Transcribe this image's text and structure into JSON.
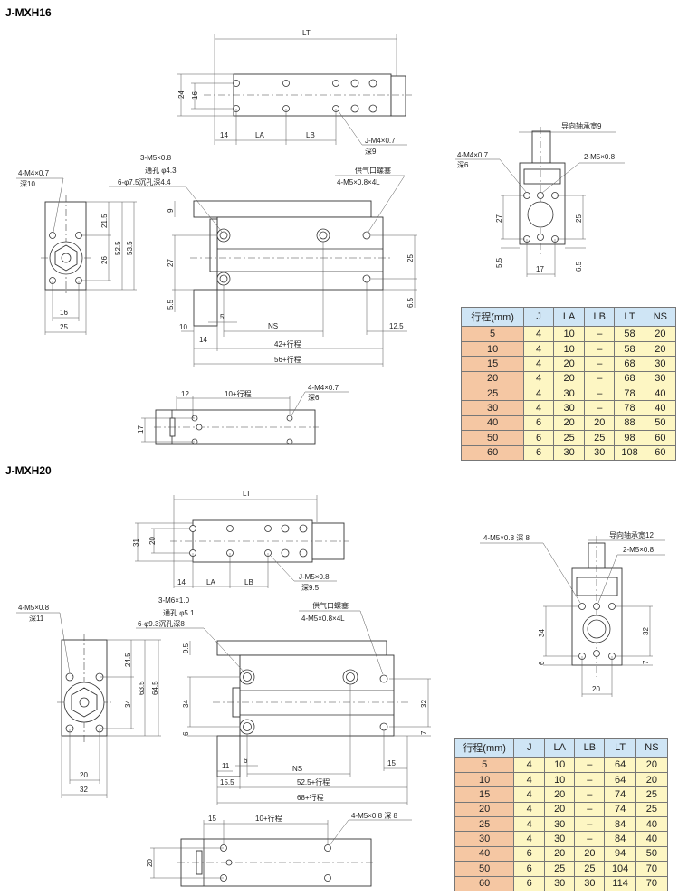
{
  "colors": {
    "header": "#cfe5f5",
    "stroke_col": "#f5c7a3",
    "cell": "#fdf6c3"
  },
  "mxh16": {
    "title": "J-MXH16",
    "top_view": {
      "lt": "LT",
      "h24": "24",
      "h16": "16",
      "d14": "14",
      "la": "LA",
      "lb": "LB",
      "thread": "J-M4×0.7",
      "depth": "深9"
    },
    "end_view": {
      "thread": "4-M4×0.7",
      "depth": "深10",
      "d21_5": "21.5",
      "d26": "26",
      "d52_5": "52.5",
      "d53_5": "53.5",
      "d16": "16",
      "d25": "25"
    },
    "side_view": {
      "l1": "3-M5×0.8",
      "l2": "通孔 φ4.3",
      "l3": "6-φ7.5沉孔深4.4",
      "port": "供气口螺塞",
      "port_thread": "4-M5×0.8×4L",
      "d9": "9",
      "d27": "27",
      "d5_5": "5.5",
      "d25": "25",
      "d6_5": "6.5",
      "d10": "10",
      "d5": "5",
      "ns": "NS",
      "d12_5": "12.5",
      "d14": "14",
      "d42": "42+行程",
      "d56": "56+行程"
    },
    "bottom_view": {
      "d12": "12",
      "d10s": "10+行程",
      "thread": "4-M4×0.7",
      "depth": "深6",
      "d17": "17"
    },
    "right_view": {
      "bearing": "导向轴承宽9",
      "thread": "4-M4×0.7",
      "depth": "深6",
      "thread2": "2-M5×0.8",
      "d27": "27",
      "d25": "25",
      "d5_5": "5.5",
      "d6_5": "6.5",
      "d17": "17"
    },
    "table": {
      "headers": [
        "行程(mm)",
        "J",
        "LA",
        "LB",
        "LT",
        "NS"
      ],
      "rows": [
        [
          "5",
          "4",
          "10",
          "–",
          "58",
          "20"
        ],
        [
          "10",
          "4",
          "10",
          "–",
          "58",
          "20"
        ],
        [
          "15",
          "4",
          "20",
          "–",
          "68",
          "30"
        ],
        [
          "20",
          "4",
          "20",
          "–",
          "68",
          "30"
        ],
        [
          "25",
          "4",
          "30",
          "–",
          "78",
          "40"
        ],
        [
          "30",
          "4",
          "30",
          "–",
          "78",
          "40"
        ],
        [
          "40",
          "6",
          "20",
          "20",
          "88",
          "50"
        ],
        [
          "50",
          "6",
          "25",
          "25",
          "98",
          "60"
        ],
        [
          "60",
          "6",
          "30",
          "30",
          "108",
          "60"
        ]
      ]
    }
  },
  "mxh20": {
    "title": "J-MXH20",
    "top_view": {
      "lt": "LT",
      "h31": "31",
      "h20": "20",
      "d14": "14",
      "la": "LA",
      "lb": "LB",
      "thread": "J-M5×0.8",
      "depth": "深9.5"
    },
    "end_view": {
      "thread": "4-M5×0.8",
      "depth": "深11",
      "d24_5": "24.5",
      "d34": "34",
      "d63_5": "63.5",
      "d64_5": "64.5",
      "d20": "20",
      "d32": "32"
    },
    "side_view": {
      "l1": "3-M6×1.0",
      "l2": "通孔 φ5.1",
      "l3": "6-φ9.3沉孔深8",
      "port": "供气口螺塞",
      "port_thread": "4-M5×0.8×4L",
      "d9_5": "9.5",
      "d34": "34",
      "d6": "6",
      "d32": "32",
      "d7": "7",
      "d11": "11",
      "d6b": "6",
      "ns": "NS",
      "d15": "15",
      "d15_5": "15.5",
      "d52_5": "52.5+行程",
      "d68": "68+行程"
    },
    "bottom_view": {
      "d15": "15",
      "d10s": "10+行程",
      "thread": "4-M5×0.8 深 8",
      "d20": "20"
    },
    "right_view": {
      "thread": "4-M5×0.8 深 8",
      "bearing": "导向轴承宽12",
      "thread2": "2-M5×0.8",
      "d34": "34",
      "d32": "32",
      "d6": "6",
      "d7": "7",
      "d20": "20"
    },
    "table": {
      "headers": [
        "行程(mm)",
        "J",
        "LA",
        "LB",
        "LT",
        "NS"
      ],
      "rows": [
        [
          "5",
          "4",
          "10",
          "–",
          "64",
          "20"
        ],
        [
          "10",
          "4",
          "10",
          "–",
          "64",
          "20"
        ],
        [
          "15",
          "4",
          "20",
          "–",
          "74",
          "25"
        ],
        [
          "20",
          "4",
          "20",
          "–",
          "74",
          "25"
        ],
        [
          "25",
          "4",
          "30",
          "–",
          "84",
          "40"
        ],
        [
          "30",
          "4",
          "30",
          "–",
          "84",
          "40"
        ],
        [
          "40",
          "6",
          "20",
          "20",
          "94",
          "50"
        ],
        [
          "50",
          "6",
          "25",
          "25",
          "104",
          "70"
        ],
        [
          "60",
          "6",
          "30",
          "30",
          "114",
          "70"
        ]
      ]
    }
  }
}
